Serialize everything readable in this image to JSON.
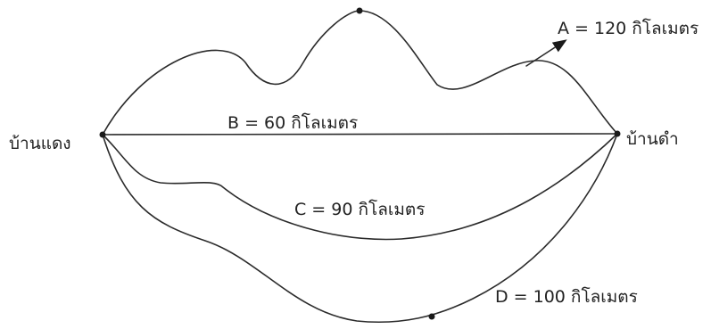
{
  "places": {
    "start": "บ้านแดง",
    "end": "บ้านดำ"
  },
  "routes": {
    "a": "A = 120 กิโลเมตร",
    "b": "B = 60 กิโลเมตร",
    "c": "C = 90 กิโลเมตร",
    "d": "D = 100 กิโลเมตร"
  }
}
